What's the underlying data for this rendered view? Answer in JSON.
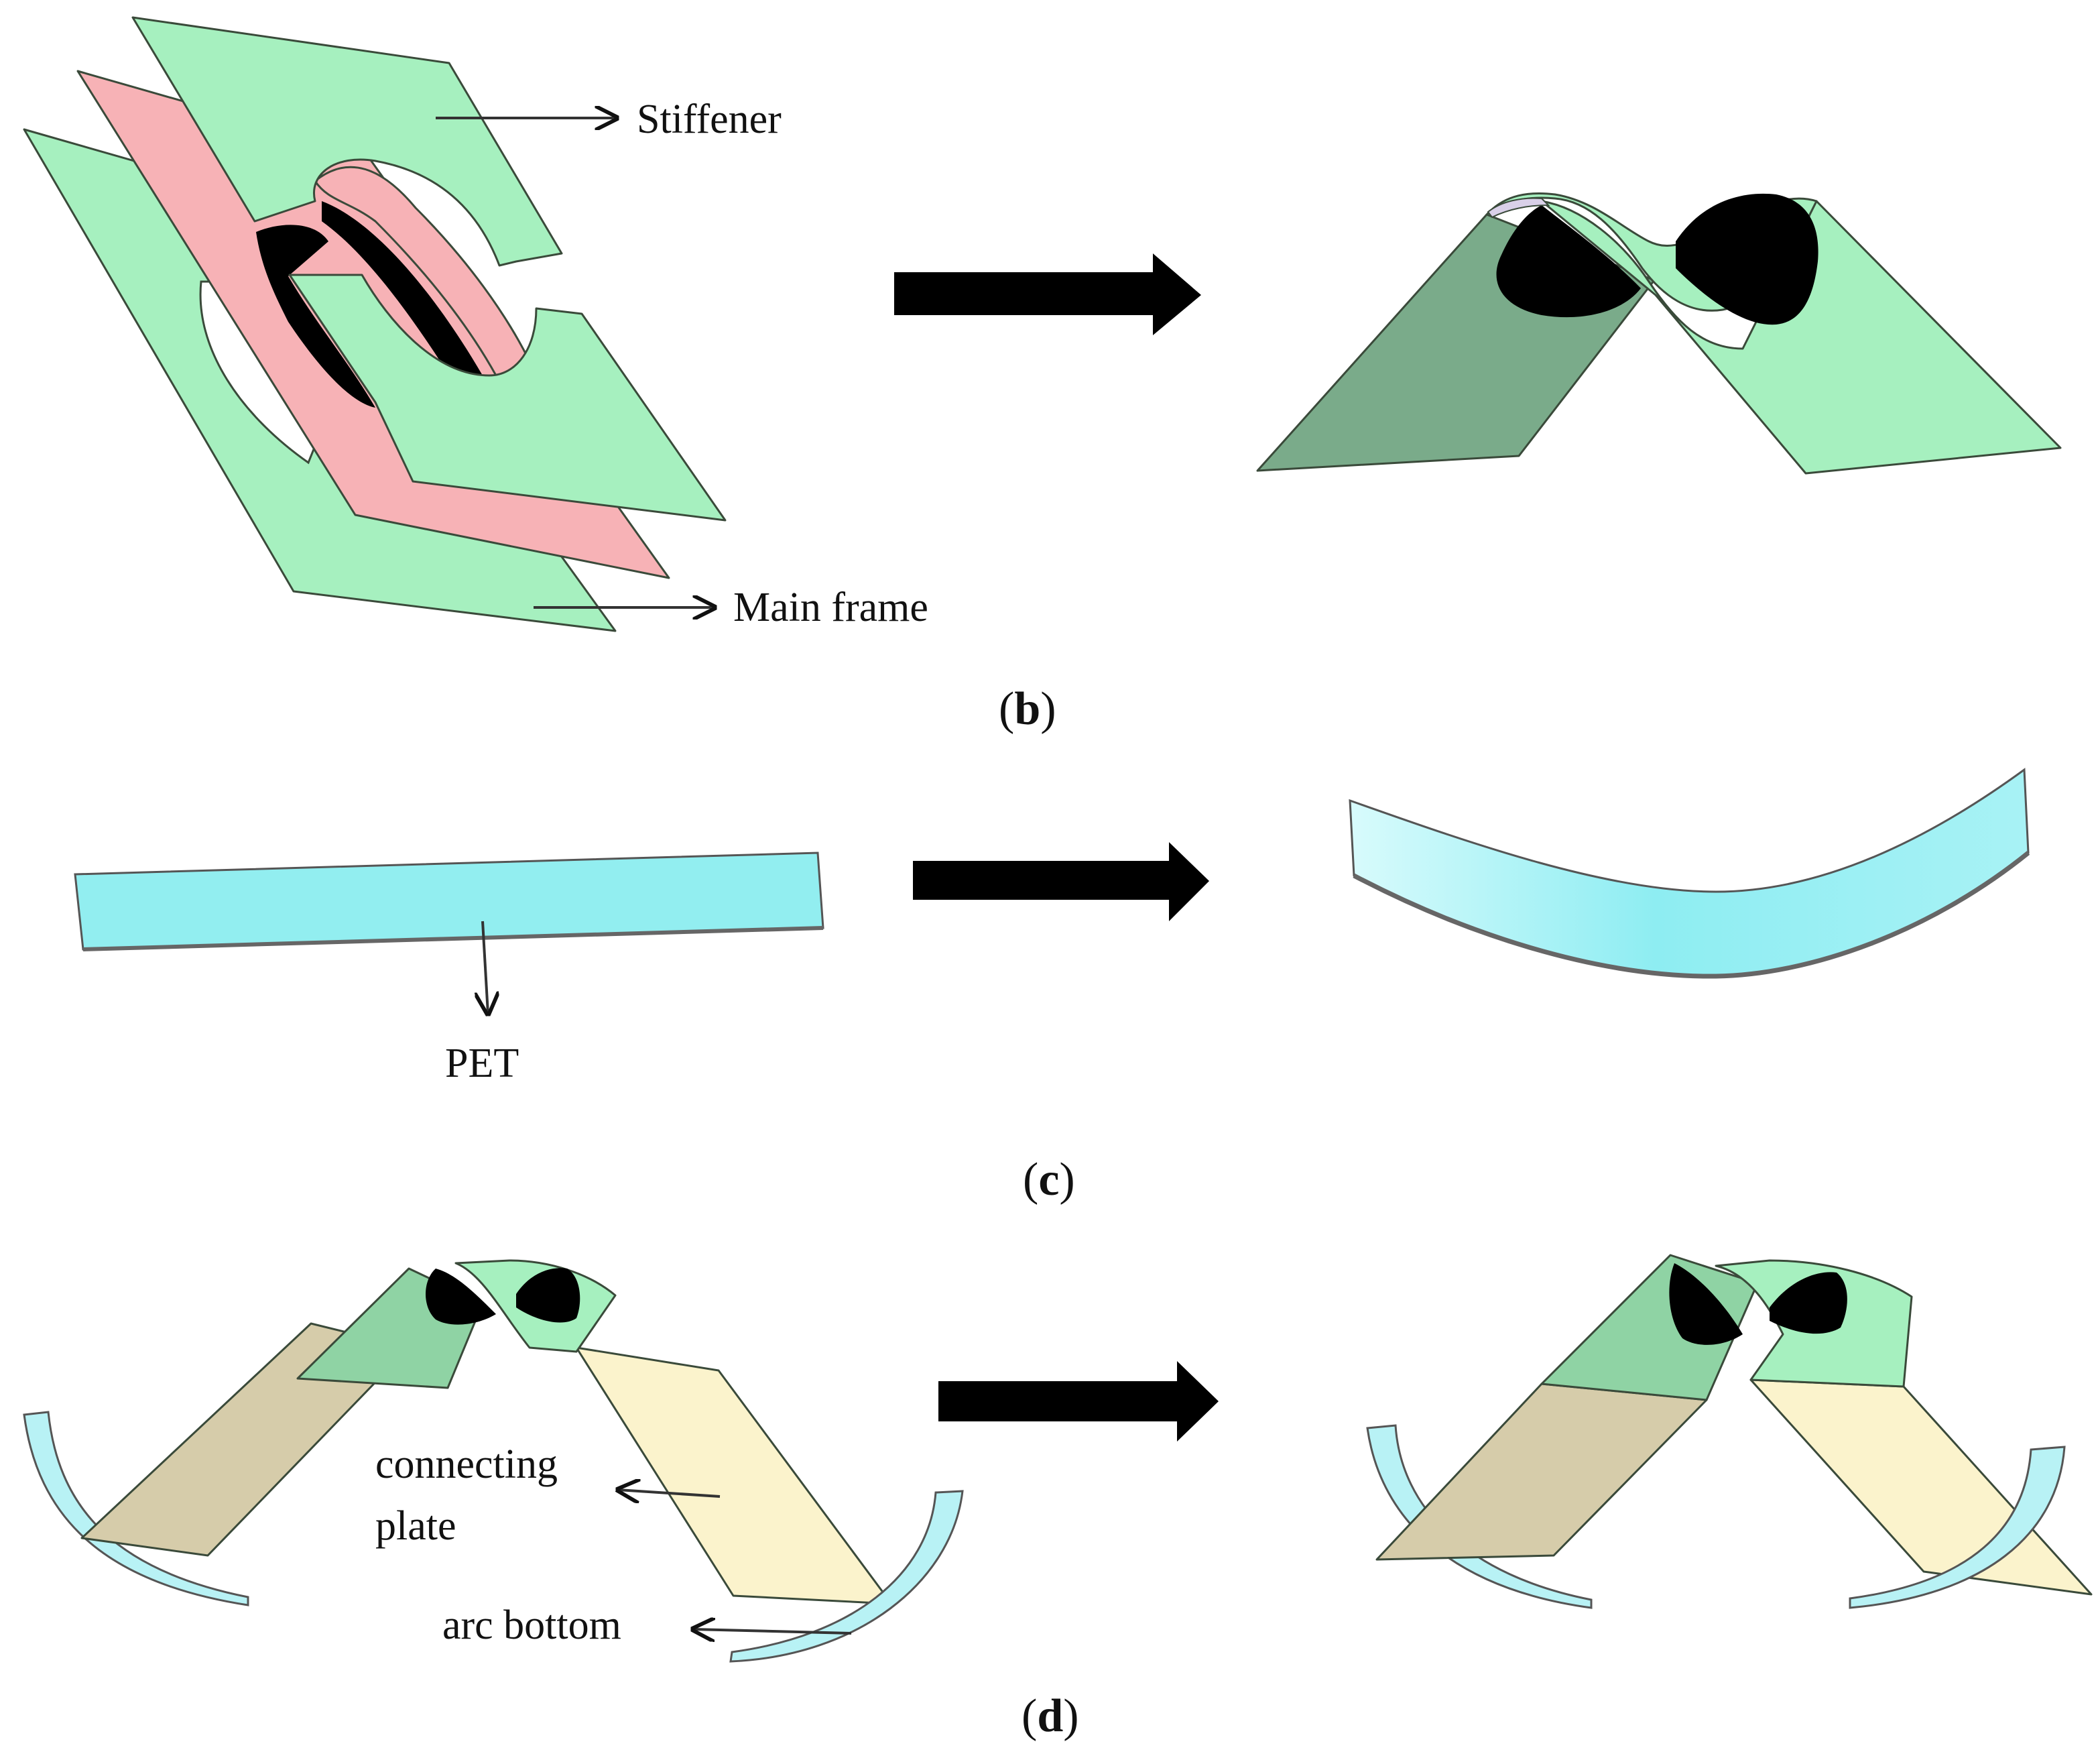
{
  "panels": {
    "b": {
      "caption_open": "(",
      "caption_letter": "b",
      "caption_close": ")",
      "labels": {
        "stiffener": "Stiffener",
        "main_frame": "Main frame"
      }
    },
    "c": {
      "caption_open": "(",
      "caption_letter": "c",
      "caption_close": ")",
      "labels": {
        "pet": "PET"
      }
    },
    "d": {
      "caption_open": "(",
      "caption_letter": "d",
      "caption_close": ")",
      "labels": {
        "connecting_line1": "connecting",
        "connecting_line2": "plate",
        "arc_bottom": "arc bottom"
      }
    }
  },
  "colors": {
    "stiffener_green": "#a6f0bf",
    "dark_green": "#7aab8a",
    "mid_green": "#8fd3a4",
    "main_frame_pink": "#f7b2b6",
    "pet_cyan": "#92eef0",
    "connecting_tan": "#d6ccaa",
    "connecting_yellow": "#fbf3cc",
    "hole_black": "#000000",
    "arrow_black": "#000000"
  }
}
